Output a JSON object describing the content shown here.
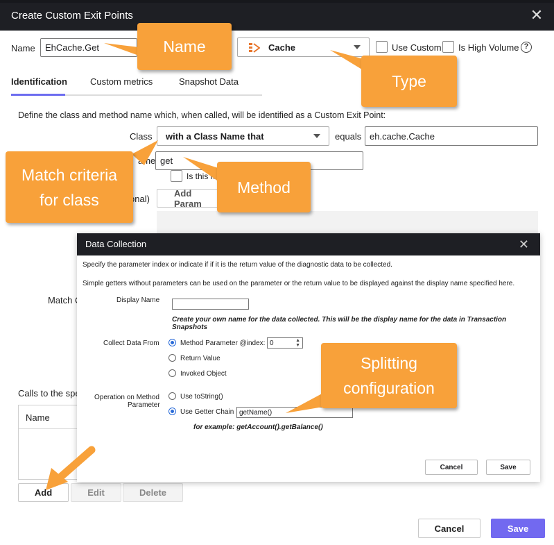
{
  "window": {
    "title": "Create Custom Exit Points",
    "close_icon": "close-icon"
  },
  "header": {
    "name_label": "Name",
    "name_value": "EhCache.Get",
    "type_value": "Cache",
    "use_custom_label": "Use Custom",
    "is_high_volume_label": "Is High Volume",
    "help_glyph": "?"
  },
  "tabs": [
    {
      "label": "Identification",
      "active": true
    },
    {
      "label": "Custom metrics",
      "active": false
    },
    {
      "label": "Snapshot Data",
      "active": false
    }
  ],
  "identification": {
    "instructions": "Define the class and method name which, when called, will be identified as a Custom Exit Point:",
    "class_label": "Class",
    "class_match_select": "with a Class Name that",
    "equals_label": "equals",
    "class_value": "eh.cache.Cache",
    "method_label_partial": "ame",
    "method_value": "get",
    "is_this_partial": "Is this m",
    "optional_partial": "onal)",
    "add_param_partial": "Add Param",
    "match_partial": "Match C",
    "calls_partial": "Calls to the spe",
    "name_column": "Name"
  },
  "buttons": {
    "add": "Add",
    "edit": "Edit",
    "delete": "Delete",
    "cancel": "Cancel",
    "save": "Save"
  },
  "data_collection": {
    "title": "Data Collection",
    "line1": "Specify the parameter index or indicate if if it is the return value of the diagnostic data to be collected.",
    "line2": "Simple getters without parameters can be used on the parameter or the return value to be displayed against the display name specified here.",
    "display_name_label": "Display Name",
    "display_name_value": "",
    "display_name_hint": "Create your own name for the data collected. This will be the display name for the data in Transaction Snapshots",
    "collect_from_label": "Collect Data From",
    "opt_method_param": "Method Parameter @index:",
    "index_value": "0",
    "opt_return_value": "Return Value",
    "opt_invoked_object": "Invoked Object",
    "operation_label_1": "Operation on Method",
    "operation_label_2": "Parameter",
    "opt_tostring": "Use toString()",
    "opt_getter_chain": "Use Getter Chain",
    "getter_chain_value": "getName()",
    "getter_example": "for example: getAccount().getBalance()",
    "cancel": "Cancel",
    "save": "Save"
  },
  "callouts": {
    "name": "Name",
    "type": "Type",
    "match_criteria": "Match criteria for class",
    "method": "Method",
    "splitting": "Splitting configuration"
  },
  "colors": {
    "accent": "#7269f0",
    "callout": "#f8a13a",
    "titlebar": "#1e1f24",
    "radio": "#2a6bd8"
  }
}
